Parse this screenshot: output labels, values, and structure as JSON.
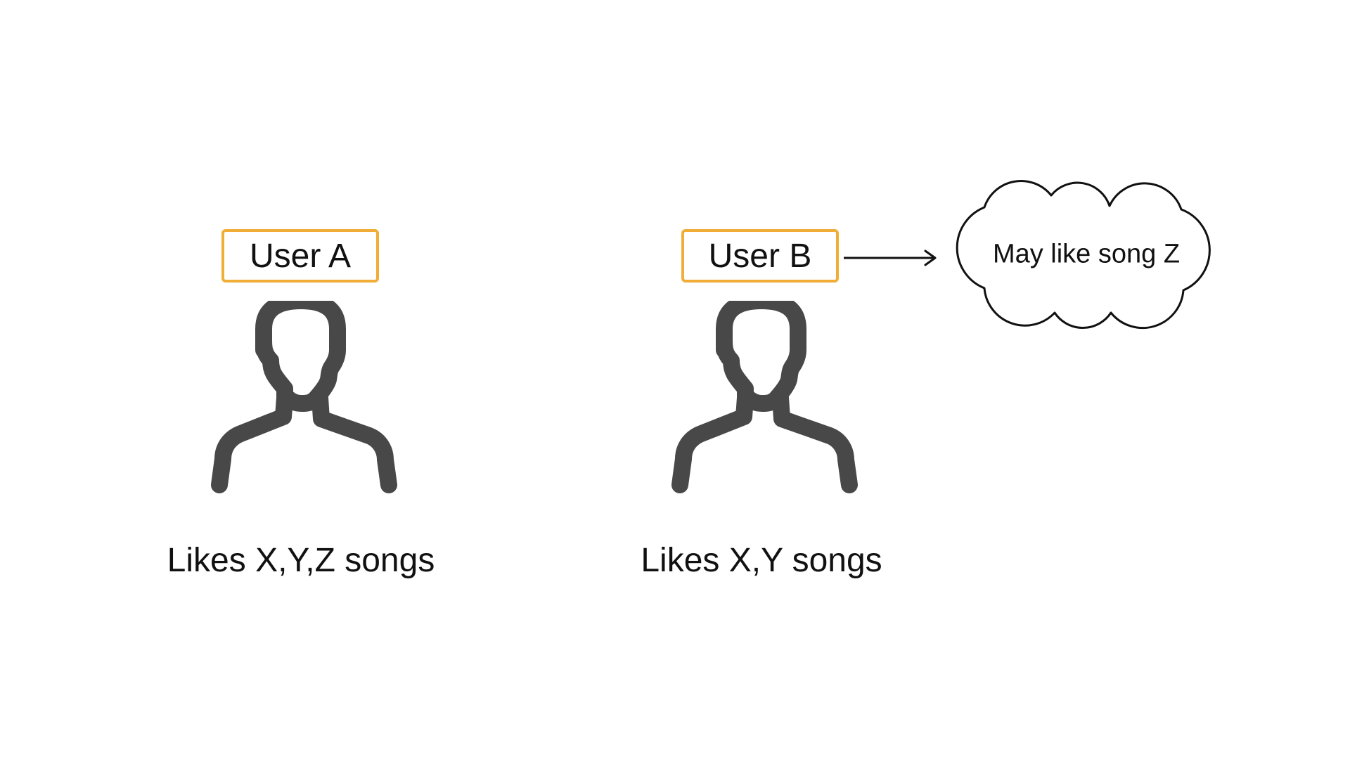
{
  "users": [
    {
      "label": "User A",
      "likes": "Likes X,Y,Z songs"
    },
    {
      "label": "User B",
      "likes": "Likes X,Y songs"
    }
  ],
  "recommendation": "May like song Z",
  "colors": {
    "box_border": "#F0AE38",
    "person_icon": "#484848",
    "text": "#111111",
    "arrow": "#111111"
  },
  "icons": {
    "person": "person-silhouette-icon",
    "cloud": "thought-cloud-shape",
    "arrow": "right-arrow-icon"
  }
}
